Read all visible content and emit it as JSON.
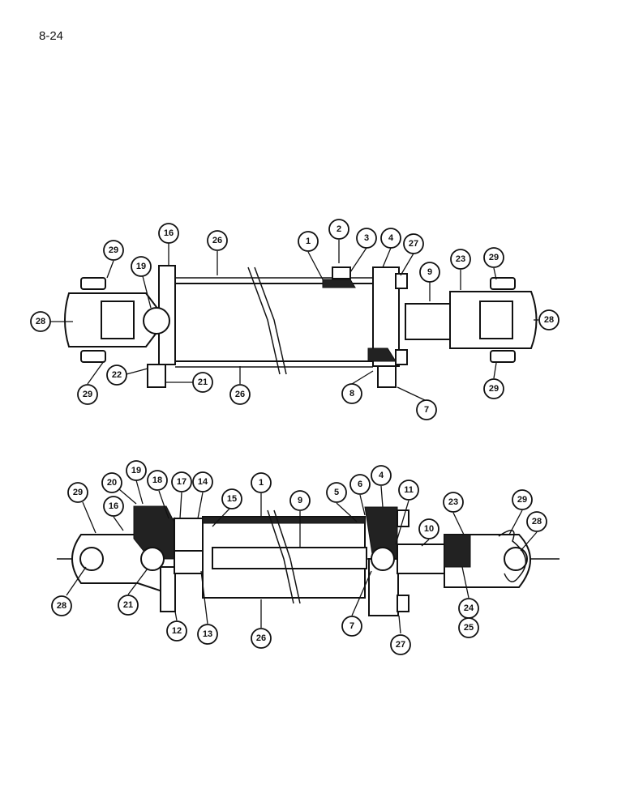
{
  "page": {
    "number": "8-24"
  },
  "diagram": {
    "top_view": {
      "callouts": [
        "1",
        "2",
        "3",
        "4",
        "7",
        "8",
        "9",
        "16",
        "19",
        "21",
        "22",
        "23",
        "26",
        "26",
        "27",
        "28",
        "28",
        "29",
        "29",
        "29",
        "29"
      ]
    },
    "section_view": {
      "callouts": [
        "1",
        "4",
        "5",
        "6",
        "7",
        "9",
        "10",
        "11",
        "12",
        "13",
        "14",
        "15",
        "16",
        "17",
        "18",
        "19",
        "20",
        "21",
        "23",
        "24",
        "25",
        "26",
        "27",
        "28",
        "28",
        "29",
        "29"
      ]
    }
  }
}
